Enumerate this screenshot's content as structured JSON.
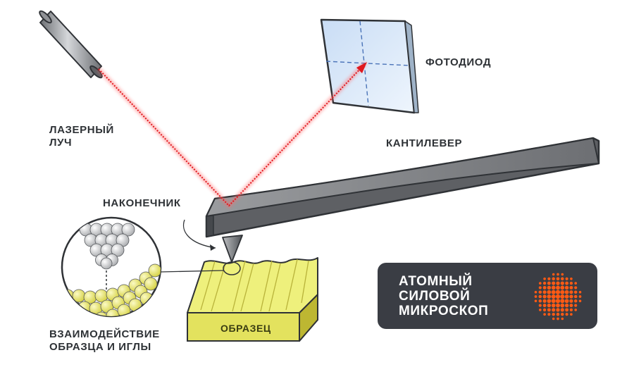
{
  "labels": {
    "laser_beam": [
      "ЛАЗЕРНЫЙ",
      "ЛУЧ"
    ],
    "photodiode": "ФОТОДИОД",
    "cantilever": "КАНТИЛЕВЕР",
    "tip": "НАКОНЕЧНИК",
    "sample": "ОБРАЗЕЦ",
    "interaction": [
      "ВЗАИМОДЕЙСТВИЕ",
      "ОБРАЗЦА И ИГЛЫ"
    ]
  },
  "badge": {
    "lines": [
      "АТОМНЫЙ",
      "СИЛОВОЙ",
      "МИКРОСКОП"
    ],
    "logo_icon": "orange-sphere-logo-icon"
  },
  "colors": {
    "laser": "#e0191f",
    "cantilever": "#77797d",
    "sample": "#e3e25e",
    "badge_bg": "#3a3d44",
    "logo": "#ff5a14",
    "photodiode": "#d8e8f8"
  }
}
